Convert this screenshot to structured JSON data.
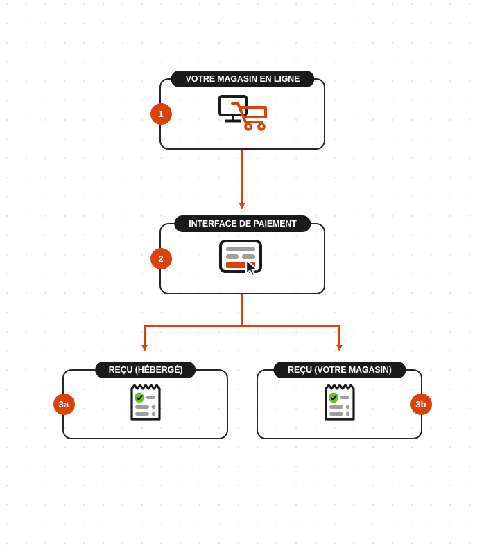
{
  "diagram": {
    "type": "flowchart",
    "background": "dotted-grid",
    "accent_color": "#d9430b",
    "outline_color": "#262626",
    "pill_bg": "#1a1a1a",
    "pill_text_color": "#ffffff",
    "check_color": "#6cbf2e",
    "muted_color": "#9e9e9e",
    "nodes": [
      {
        "id": "store",
        "step": "1",
        "step_side": "left",
        "title": "VOTRE MAGASIN EN LIGNE",
        "icon": "monitor-cart-icon"
      },
      {
        "id": "payment",
        "step": "2",
        "step_side": "left",
        "title": "INTERFACE DE PAIEMENT",
        "icon": "payment-card-cursor-icon"
      },
      {
        "id": "receipt-hosted",
        "step": "3a",
        "step_side": "left",
        "title": "REÇU (HÉBERGÉ)",
        "icon": "receipt-check-icon"
      },
      {
        "id": "receipt-store",
        "step": "3b",
        "step_side": "right",
        "title": "REÇU (VOTRE MAGASIN)",
        "icon": "receipt-check-icon"
      }
    ],
    "connectors": [
      {
        "from": "store",
        "to": "payment",
        "style": "straight-arrow"
      },
      {
        "from": "payment",
        "to": "receipt-hosted",
        "style": "branch-arrow"
      },
      {
        "from": "payment",
        "to": "receipt-store",
        "style": "branch-arrow"
      }
    ]
  }
}
